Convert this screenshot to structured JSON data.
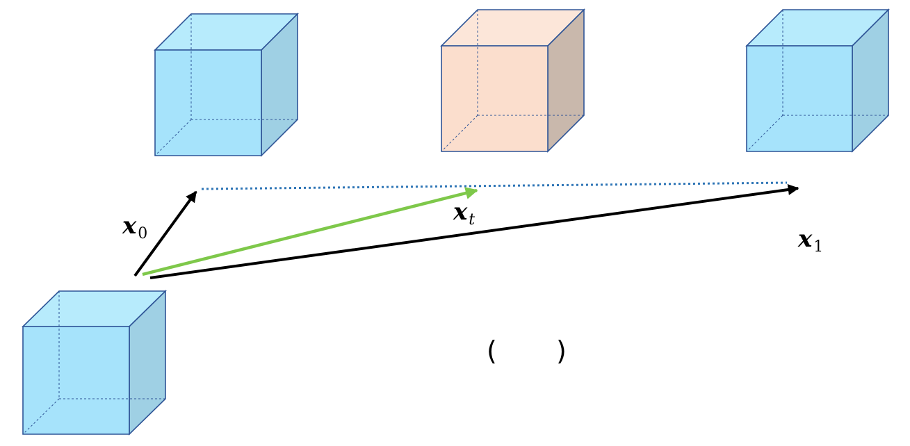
{
  "labels": {
    "x0": {
      "base": "x",
      "sub": "0"
    },
    "xt": {
      "base": "x",
      "sub": "t"
    },
    "x1": {
      "base": "x",
      "sub": "1"
    },
    "paren_open": "(",
    "paren_close": ")"
  },
  "colors": {
    "cube_blue_front": "#a6e3fb",
    "cube_blue_top": "#b7ebfc",
    "cube_blue_side": "#9fd0e4",
    "cube_peach_front": "#fbdecd",
    "cube_peach_top": "#fce6d9",
    "cube_peach_side": "#c9b8ac",
    "cube_edge": "#2f5597",
    "arrow_black": "#000000",
    "arrow_green": "#7ec84a",
    "dotted_line": "#2e75b6"
  }
}
